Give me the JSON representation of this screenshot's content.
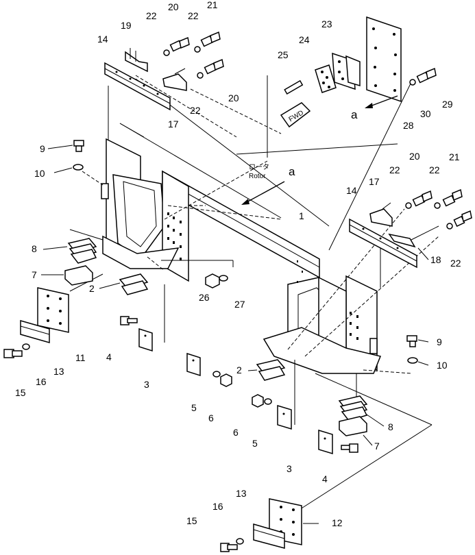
{
  "diagram": {
    "labels": {
      "p1": "1",
      "p2a": "2",
      "p2b": "2",
      "p3a": "3",
      "p3b": "3",
      "p4a": "4",
      "p4b": "4",
      "p5a": "5",
      "p5b": "5",
      "p6a": "6",
      "p6b": "6",
      "p7a": "7",
      "p7b": "7",
      "p8a": "8",
      "p8b": "8",
      "p9a": "9",
      "p9b": "9",
      "p10a": "10",
      "p10b": "10",
      "p11": "11",
      "p12": "12",
      "p13a": "13",
      "p13b": "13",
      "p14a": "14",
      "p14b": "14",
      "p15a": "15",
      "p15b": "15",
      "p16a": "16",
      "p16b": "16",
      "p17a": "17",
      "p17b": "17",
      "p18": "18",
      "p19": "19",
      "p20a": "20",
      "p20b": "20",
      "p20c": "20",
      "p21a": "21",
      "p21b": "21",
      "p22a": "22",
      "p22b": "22",
      "p22c": "22",
      "p22d": "22",
      "p22e": "22",
      "p22f": "22",
      "p23": "23",
      "p24": "24",
      "p25": "25",
      "p26": "26",
      "p27": "27",
      "p28": "28",
      "p29": "29",
      "p30": "30"
    },
    "ref_a_top": "a",
    "ref_a_mid": "a",
    "rotor_jp": "ロータ",
    "rotor_en": "Rotor",
    "fwd": "FWD"
  }
}
